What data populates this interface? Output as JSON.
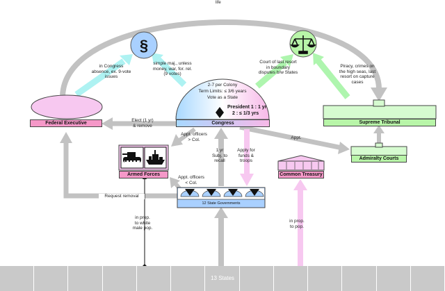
{
  "top_label": "life",
  "states": {
    "label": "13 States",
    "segment_count": 13
  },
  "congress": {
    "label": "Congress",
    "info_line1": "2-7 per Colony",
    "info_line2": "Term Limits: ≤ 3/6 years",
    "info_line3": "Vote as a State",
    "president_line1": "President 1 : 1 yr",
    "president_line2": "2 : ≤ 1/3 yrs"
  },
  "federal_executive": {
    "label": "Federal Executive"
  },
  "supreme_tribunal": {
    "label": "Supreme Tribunal"
  },
  "admiralty_courts": {
    "label": "Admiralty Courts"
  },
  "armed_forces": {
    "label": "Armed Forces"
  },
  "common_treasury": {
    "label": "Common Treasury"
  },
  "state_governments": {
    "label": "12 State Governments"
  },
  "icons": {
    "legislation": "section-sign-icon",
    "judiciary": "scales-icon",
    "armed_forces": "tank-icon"
  },
  "annotations": {
    "in_congress_absence": [
      "in Congress",
      "absence, ex. 9-vote",
      "issues"
    ],
    "simple_majority": [
      "simple maj., unless",
      "money, war, for. rel.",
      "(9 votes)"
    ],
    "court_of_last_resort": [
      "Court of last resort",
      "in boundary",
      "disputes b/w States"
    ],
    "piracy": [
      "Piracy, crimes on",
      "the high seas, last",
      "resort on capture",
      "cases"
    ],
    "elect": [
      "Elect (1 yr)",
      "& remove"
    ],
    "appt": "Appt.",
    "appt_officers_col_1": [
      "Appt. officers",
      "> Col."
    ],
    "appt_officers_col_2": [
      "Appt. officers",
      "< Col."
    ],
    "one_yr_subj_recall": [
      "1 yr",
      "Subj. to",
      "recall"
    ],
    "apply_funds": [
      "Apply for",
      "funds &",
      "troops"
    ],
    "request_removal": "Request removal",
    "in_prop_white": [
      "in prop.",
      "to white",
      "male pop."
    ],
    "in_prop_pop": [
      "in prop.",
      "to pop."
    ]
  },
  "colors": {
    "pink": "#f598c8",
    "pink_light": "#f7c8f0",
    "green": "#b8f5a8",
    "green_light": "#d6fbd0",
    "blue": "#a9d0ff",
    "gray_arrow": "#c2c2c2",
    "cyan_arrow": "#aef2f2",
    "green_arrow": "#aef5ae"
  }
}
